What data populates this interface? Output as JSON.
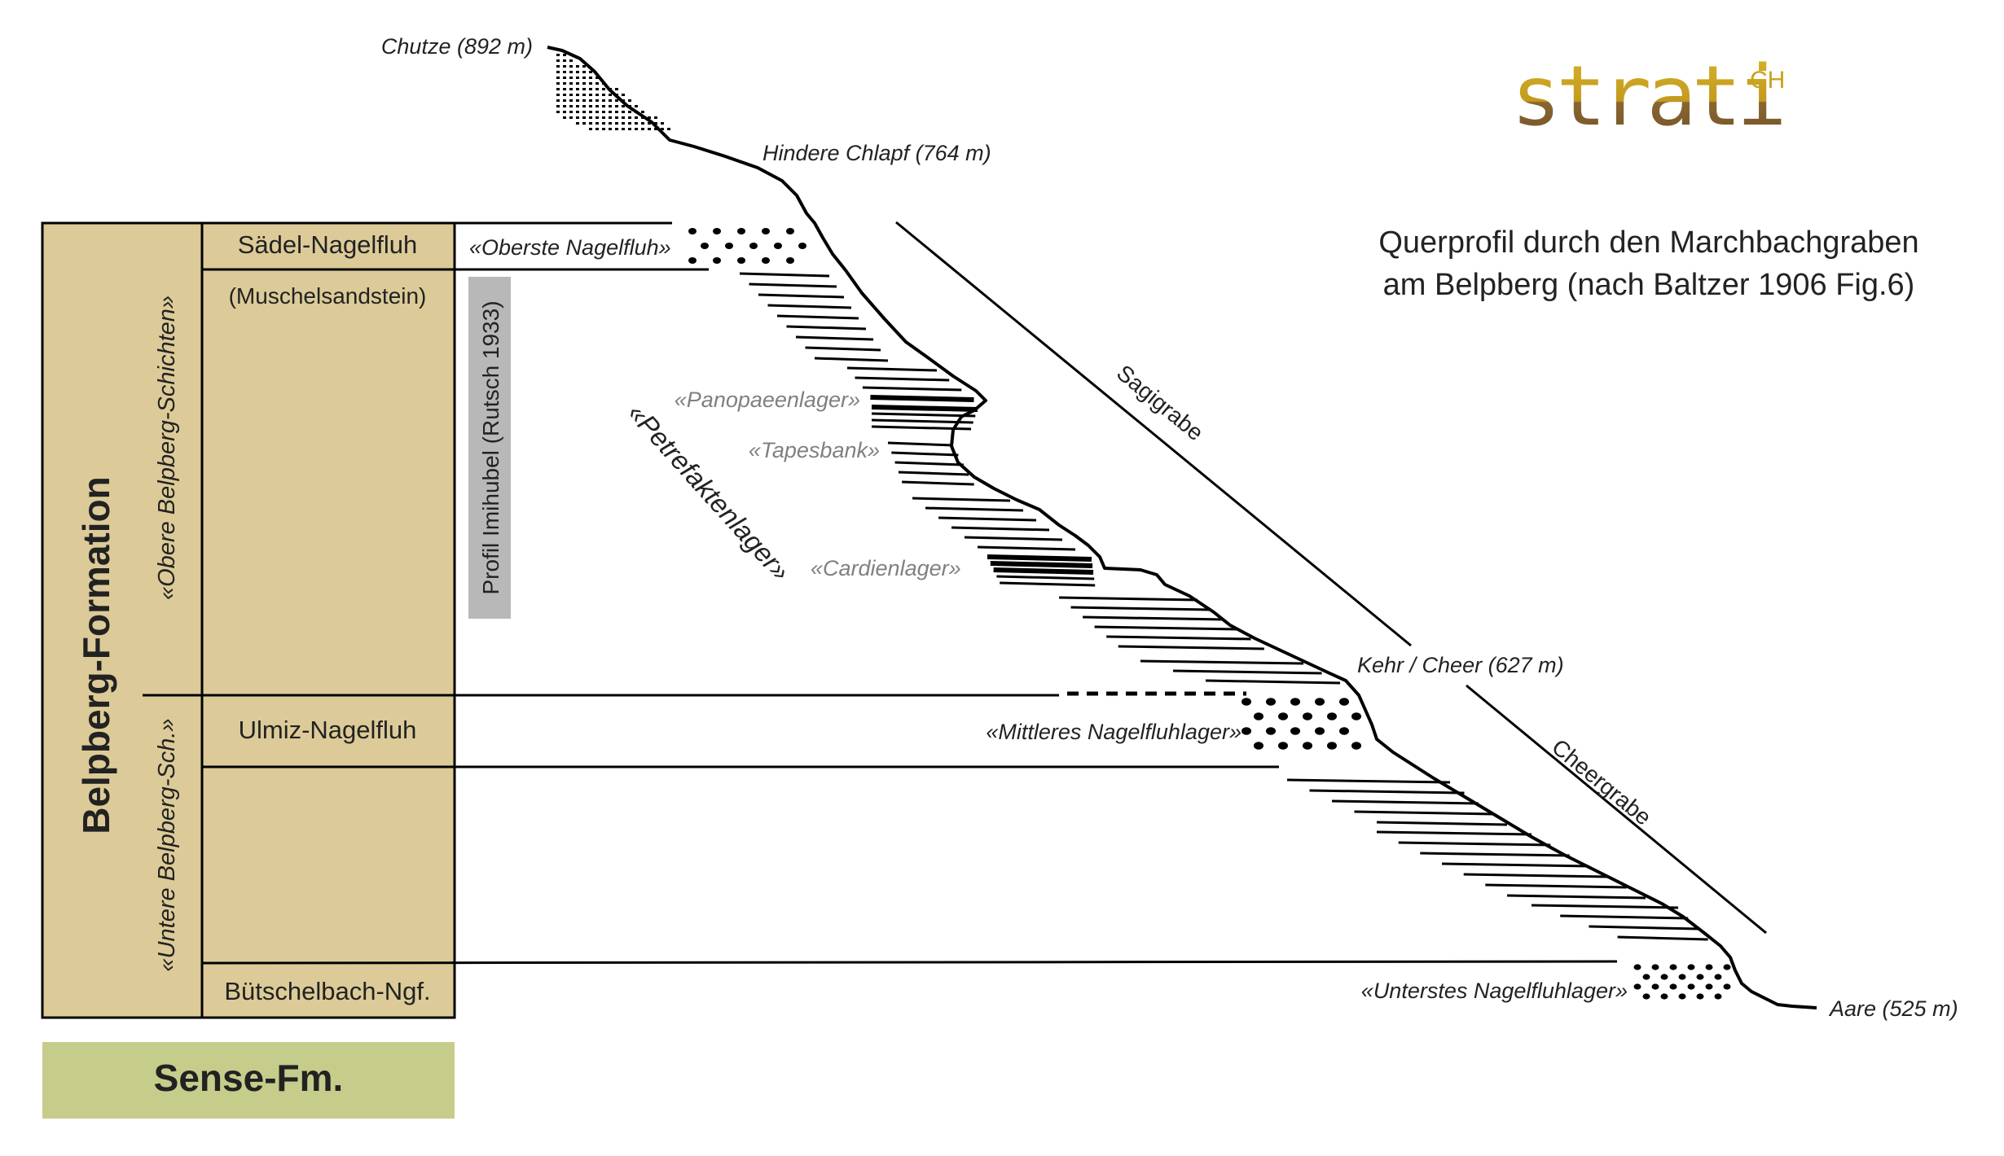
{
  "colors": {
    "formation_fill": "#dccb98",
    "sense_fill": "#c6cc8a",
    "profile_box_fill": "#b8b8b8",
    "logo_gold": "#c8a31c",
    "logo_brown": "#7a5a2a",
    "ink": "#000000",
    "grey_text": "#808080"
  },
  "logo": {
    "text": "strati",
    "suffix": "CH"
  },
  "title": {
    "line1": "Querprofil durch den Marchbachgraben",
    "line2": "am Belpberg (nach Baltzer 1906 Fig.6)"
  },
  "column": {
    "formation": "Belpberg-Formation",
    "sense": "Sense-Fm.",
    "upper_group": "«Obere Belpberg-Schichten»",
    "lower_group": "«Untere Belpberg-Sch.»",
    "units": {
      "saedel": "Sädel-Nagelfluh",
      "muschel": "(Muschelsandstein)",
      "ulmiz": "Ulmiz-Nagelfluh",
      "buetschel": "Bütschelbach-Ngf."
    },
    "profile_box": "Profil Imihubel (Rutsch 1933)"
  },
  "places": {
    "chutze": "Chutze (892 m)",
    "hindere": "Hindere Chlapf (764 m)",
    "kehr": "Kehr / Cheer (627 m)",
    "aare": "Aare (525 m)"
  },
  "layers": {
    "oberste": "«Oberste Nagelfluh»",
    "panopaeen": "«Panopaeenlager»",
    "tapesbank": "«Tapesbank»",
    "petrefakten": "«Petrefaktenlager»",
    "cardien": "«Cardienlager»",
    "mittleres": "«Mittleres Nagelfluhlager»",
    "unterstes": "«Unterstes Nagelfluhlager»"
  },
  "ravines": {
    "sagi": "Sagigrabe",
    "cheer": "Cheergrabe"
  }
}
